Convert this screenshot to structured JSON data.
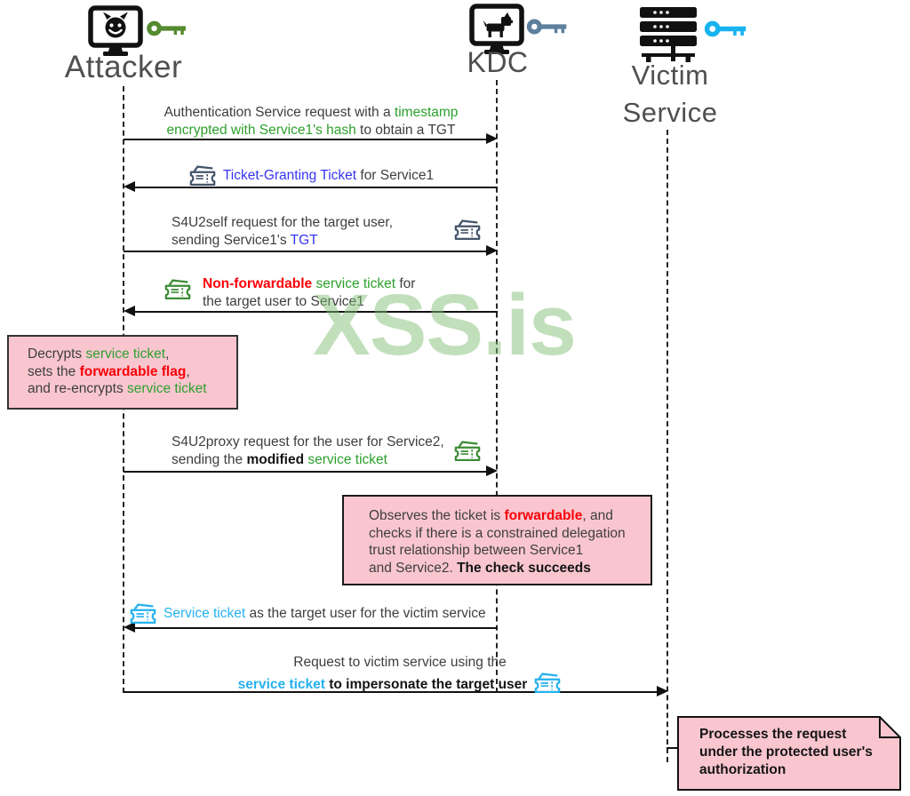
{
  "watermark": "XSS.is",
  "actors": {
    "attacker": {
      "label": "Attacker"
    },
    "kdc": {
      "label": "KDC"
    },
    "victim": {
      "label": "Victim\nService"
    }
  },
  "colors": {
    "green_text": "#2da02d",
    "blue_text": "#3535f3",
    "red_text": "#fb0007",
    "cyan_text": "#25b1ef",
    "note_background": "#f9c6d0",
    "watermark_green": "#cde5c4",
    "ticket_slate": "#44546a",
    "ticket_green": "#3d8b35",
    "ticket_cyan": "#25b1ef",
    "key_attacker": "#558b2f",
    "key_kdc": "#5d7f9d",
    "key_victim": "#18b3ef"
  },
  "messages": {
    "auth_request": {
      "line1": [
        {
          "t": "Authentication Service request with a "
        },
        {
          "t": "timestamp",
          "s": "green"
        }
      ],
      "line2": [
        {
          "t": "encrypted with Service1's hash",
          "s": "green"
        },
        {
          "t": " to obtain a TGT"
        }
      ]
    },
    "tgt_response": {
      "line1": [
        {
          "t": "Ticket-Granting Ticket",
          "s": "blue"
        },
        {
          "t": " for Service1"
        }
      ]
    },
    "s4u2self": {
      "line1": [
        {
          "t": "S4U2self request for the target user,"
        }
      ],
      "line2": [
        {
          "t": "sending Service1's "
        },
        {
          "t": "TGT",
          "s": "blue"
        }
      ]
    },
    "nonforwardable": {
      "line1": [
        {
          "t": "Non-forwardable",
          "s": "redbold"
        },
        {
          "t": " "
        },
        {
          "t": "service ticket",
          "s": "green"
        },
        {
          "t": " for"
        }
      ],
      "line2": [
        {
          "t": "the target user to Service1"
        }
      ]
    },
    "s4u2proxy": {
      "line1": [
        {
          "t": "S4U2proxy request for the user for Service2,"
        }
      ],
      "line2": [
        {
          "t": "sending the "
        },
        {
          "t": "modified",
          "s": "bold"
        },
        {
          "t": " "
        },
        {
          "t": "service ticket",
          "s": "green"
        }
      ]
    },
    "service_ticket_response": {
      "line1": [
        {
          "t": "Service ticket",
          "s": "cyan"
        },
        {
          "t": " as the target user for the victim service"
        }
      ]
    },
    "victim_request": {
      "line1": [
        {
          "t": "Request to victim service using the"
        }
      ],
      "line2": [
        {
          "t": "service ticket",
          "s": "cyanbold"
        },
        {
          "t": " "
        },
        {
          "t": "to impersonate the target user",
          "s": "bold"
        }
      ]
    }
  },
  "notes": {
    "modify": [
      [
        {
          "t": "Decrypts "
        },
        {
          "t": "service ticket",
          "s": "green"
        },
        {
          "t": ","
        }
      ],
      [
        {
          "t": "sets the "
        },
        {
          "t": "forwardable flag",
          "s": "redbold"
        },
        {
          "t": ","
        }
      ],
      [
        {
          "t": "and re-encrypts "
        },
        {
          "t": "service ticket",
          "s": "green"
        }
      ]
    ],
    "kdc_check": [
      [
        {
          "t": "Observes the ticket is "
        },
        {
          "t": "forwardable",
          "s": "redbold"
        },
        {
          "t": ", and"
        }
      ],
      [
        {
          "t": "checks if there is a constrained delegation"
        }
      ],
      [
        {
          "t": "trust relationship between Service1"
        }
      ],
      [
        {
          "t": "and Service2. "
        },
        {
          "t": "The check succeeds",
          "s": "bold"
        }
      ]
    ],
    "process": [
      [
        {
          "t": "Processes the request",
          "s": "bold"
        }
      ],
      [
        {
          "t": "under the protected user's",
          "s": "bold"
        }
      ],
      [
        {
          "t": "authorization",
          "s": "bold"
        }
      ]
    ]
  }
}
